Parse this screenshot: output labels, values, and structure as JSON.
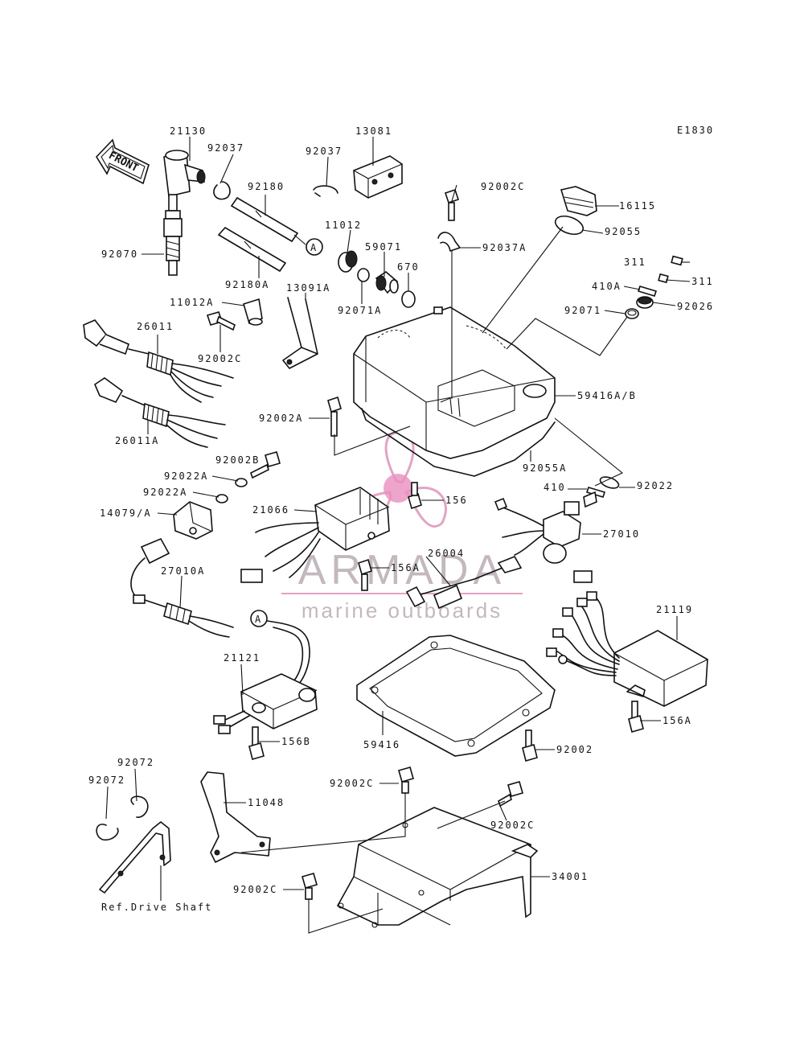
{
  "diagram": {
    "code": "E1830",
    "front_label": "FRONT",
    "ref_note": "Ref.Drive Shaft",
    "callout_a": "A",
    "part_labels": [
      {
        "id": "p21130",
        "text": "21130"
      },
      {
        "id": "p92037a",
        "text": "92037"
      },
      {
        "id": "p13081",
        "text": "13081"
      },
      {
        "id": "p92037b",
        "text": "92037"
      },
      {
        "id": "p92180",
        "text": "92180"
      },
      {
        "id": "p92070",
        "text": "92070"
      },
      {
        "id": "p11012",
        "text": "11012"
      },
      {
        "id": "p59071",
        "text": "59071"
      },
      {
        "id": "p670",
        "text": "670"
      },
      {
        "id": "p92180A",
        "text": "92180A"
      },
      {
        "id": "p13091A",
        "text": "13091A"
      },
      {
        "id": "p92071A",
        "text": "92071A"
      },
      {
        "id": "p11012A",
        "text": "11012A"
      },
      {
        "id": "p26011",
        "text": "26011"
      },
      {
        "id": "p92002C_a",
        "text": "92002C"
      },
      {
        "id": "p26011A",
        "text": "26011A"
      },
      {
        "id": "p92002C_b",
        "text": "92002C"
      },
      {
        "id": "p92037A",
        "text": "92037A"
      },
      {
        "id": "p16115",
        "text": "16115"
      },
      {
        "id": "p92055",
        "text": "92055"
      },
      {
        "id": "p311a",
        "text": "311"
      },
      {
        "id": "p311b",
        "text": "311"
      },
      {
        "id": "p410A",
        "text": "410A"
      },
      {
        "id": "p92071",
        "text": "92071"
      },
      {
        "id": "p92026",
        "text": "92026"
      },
      {
        "id": "p59416AB",
        "text": "59416A/B"
      },
      {
        "id": "p92002A",
        "text": "92002A"
      },
      {
        "id": "p92055A",
        "text": "92055A"
      },
      {
        "id": "p92002B",
        "text": "92002B"
      },
      {
        "id": "p92022A_a",
        "text": "92022A"
      },
      {
        "id": "p92022A_b",
        "text": "92022A"
      },
      {
        "id": "p410",
        "text": "410"
      },
      {
        "id": "p92022",
        "text": "92022"
      },
      {
        "id": "p156",
        "text": "156"
      },
      {
        "id": "p14079",
        "text": "14079/A"
      },
      {
        "id": "p21066",
        "text": "21066"
      },
      {
        "id": "p27010",
        "text": "27010"
      },
      {
        "id": "p26004",
        "text": "26004"
      },
      {
        "id": "p156A_a",
        "text": "156A"
      },
      {
        "id": "p27010A",
        "text": "27010A"
      },
      {
        "id": "p21119",
        "text": "21119"
      },
      {
        "id": "p21121",
        "text": "21121"
      },
      {
        "id": "p156A_b",
        "text": "156A"
      },
      {
        "id": "p156B",
        "text": "156B"
      },
      {
        "id": "p59416",
        "text": "59416"
      },
      {
        "id": "p92002",
        "text": "92002"
      },
      {
        "id": "p92072a",
        "text": "92072"
      },
      {
        "id": "p92072b",
        "text": "92072"
      },
      {
        "id": "p11048",
        "text": "11048"
      },
      {
        "id": "p92002C_c",
        "text": "92002C"
      },
      {
        "id": "p92002C_d",
        "text": "92002C"
      },
      {
        "id": "p34001",
        "text": "34001"
      },
      {
        "id": "p92002C_e",
        "text": "92002C"
      }
    ]
  },
  "watermark": {
    "brand": "ARMADA",
    "tagline": "marine outboards",
    "color_brand": "#c4b8bf",
    "color_logo": "#e3a4c4",
    "color_logo_dark": "#d9669f"
  }
}
